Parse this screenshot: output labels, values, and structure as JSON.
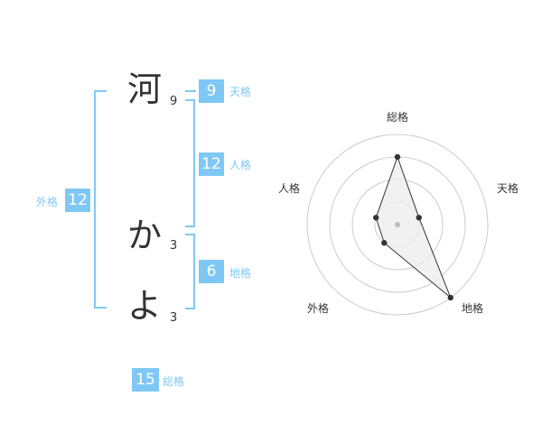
{
  "name": {
    "chars": [
      {
        "char": "河",
        "strokes": "9"
      },
      {
        "char": "か",
        "strokes": "3"
      },
      {
        "char": "よ",
        "strokes": "3"
      }
    ]
  },
  "kaku": {
    "tenkaku": {
      "value": "9",
      "label": "天格"
    },
    "jinkaku": {
      "value": "12",
      "label": "人格"
    },
    "chikaku": {
      "value": "6",
      "label": "地格"
    },
    "gaikaku": {
      "value": "12",
      "label": "外格"
    },
    "soukaku": {
      "value": "15",
      "label": "総格"
    }
  },
  "radar": {
    "axes": [
      "総格",
      "天格",
      "地格",
      "外格",
      "人格"
    ],
    "values": [
      0.75,
      0.25,
      1.0,
      0.25,
      0.25
    ],
    "colors": {
      "fill": "#eeeeee",
      "stroke": "#333333",
      "rings": "#cccccc",
      "center": "#bbbbbb"
    }
  },
  "colors": {
    "accent": "#7fc8f5",
    "text": "#333333"
  }
}
